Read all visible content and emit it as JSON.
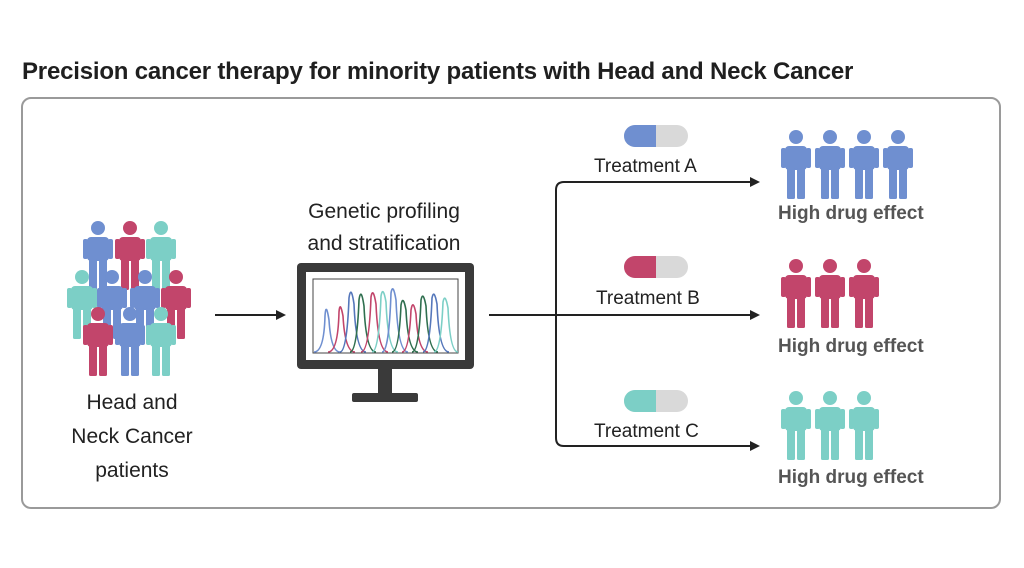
{
  "title": "Precision cancer therapy for minority patients with Head and Neck Cancer",
  "patients": {
    "label_lines": [
      "Head and",
      "Neck Cancer",
      "patients"
    ]
  },
  "profiling": {
    "label_lines": [
      "Genetic profiling",
      "and stratification"
    ]
  },
  "treatments": [
    {
      "label": "Treatment A",
      "color": "#6f8fd0",
      "effect": "High drug effect",
      "people": 4
    },
    {
      "label": "Treatment B",
      "color": "#c2456b",
      "effect": "High drug effect",
      "people": 3
    },
    {
      "label": "Treatment C",
      "color": "#7ccfc6",
      "effect": "High drug effect",
      "people": 3
    }
  ],
  "colors": {
    "blue": "#6f8fd0",
    "red": "#c2456b",
    "teal": "#7ccfc6",
    "pill_grey": "#d9d9d9",
    "monitor": "#3a3a3a",
    "arrow": "#222222"
  }
}
